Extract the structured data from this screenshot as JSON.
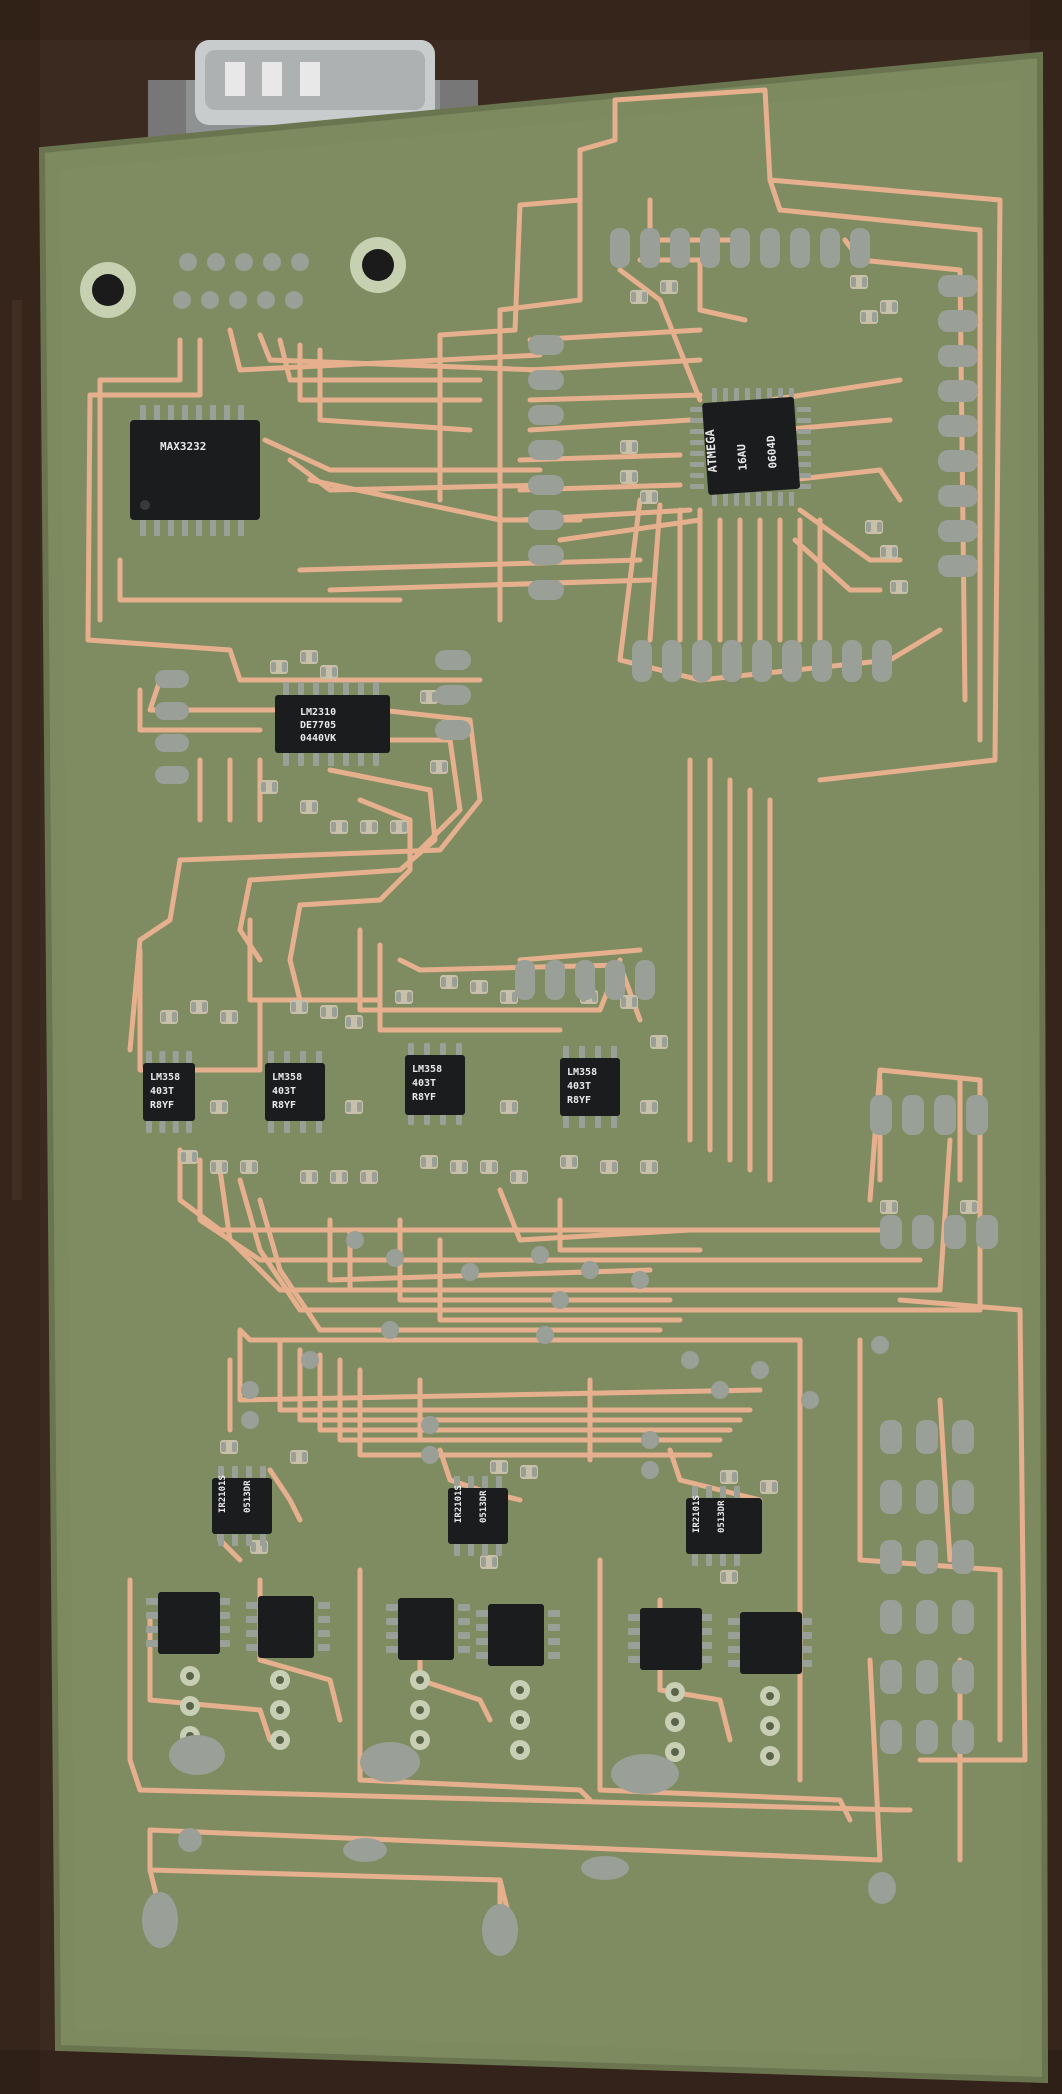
{
  "colors": {
    "wood": "#3b2a1f",
    "wood_dark": "#241811",
    "board": "#7d8a60",
    "board_edge": "#6a7550",
    "copper": "#e6b08f",
    "solder": "#9a9f98",
    "chip": "#1b1c1e",
    "connector": "#b9bcbc"
  },
  "chips": {
    "interface_ic": {
      "lines": [
        "MAX3232",
        "",
        ""
      ]
    },
    "lm2": {
      "lines": [
        "LM2310",
        "DE7705",
        "0440VK"
      ]
    },
    "mcu": {
      "lines": [
        "ATMEGA",
        "16AU",
        "0604D"
      ]
    },
    "opamp1": {
      "lines": [
        "LM358",
        "403T",
        "R8YF"
      ]
    },
    "opamp2": {
      "lines": [
        "LM358",
        "403T",
        "R8YF"
      ]
    },
    "opamp3": {
      "lines": [
        "LM358",
        "403T",
        "R8YF"
      ]
    },
    "opamp4": {
      "lines": [
        "LM358",
        "403T",
        "R8YF"
      ]
    },
    "reg1": {
      "lines": [
        "IR2101S",
        "0513DR",
        ""
      ]
    },
    "reg2": {
      "lines": [
        "IR2101S",
        "0513DR",
        ""
      ]
    },
    "reg3": {
      "lines": [
        "IR2101S",
        "0513DR",
        ""
      ]
    }
  }
}
